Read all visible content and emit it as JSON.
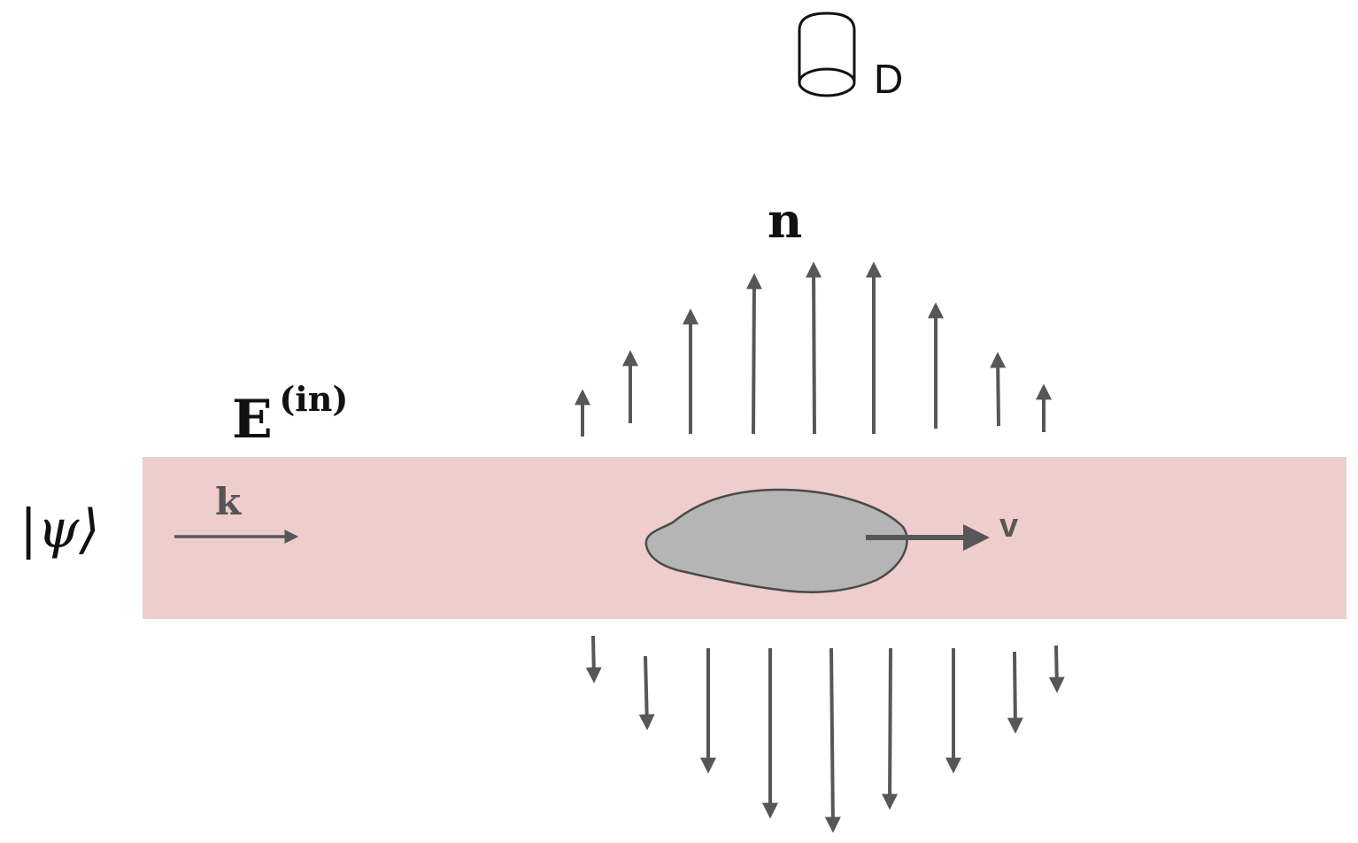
{
  "labels": {
    "detector": "D",
    "normal": "n",
    "field_base": "E",
    "field_sup": "(in)",
    "state": "|ψ⟩",
    "wavevector": "k",
    "velocity": "v"
  },
  "colors": {
    "beam": "#efcdcd",
    "arrow": "#575757",
    "blob_fill": "#b5b5b5",
    "blob_stroke": "#4a4a4a",
    "text": "#111111",
    "k_text": "#555555"
  }
}
